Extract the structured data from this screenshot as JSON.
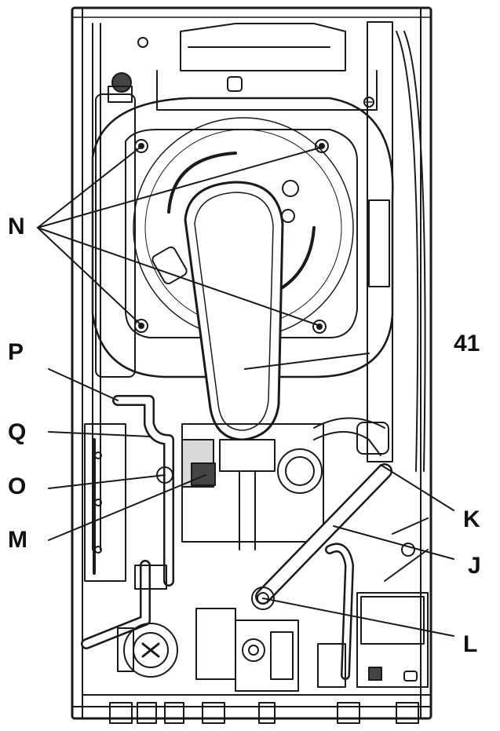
{
  "labels": {
    "N": "N",
    "P": "P",
    "Q": "Q",
    "O": "O",
    "M": "M",
    "41": "41",
    "K": "K",
    "J": "J",
    "L": "L"
  },
  "colors": {
    "line": "#1a1a1a",
    "fill": "#ffffff",
    "shade": "#d9d9d9",
    "dark": "#444444"
  }
}
